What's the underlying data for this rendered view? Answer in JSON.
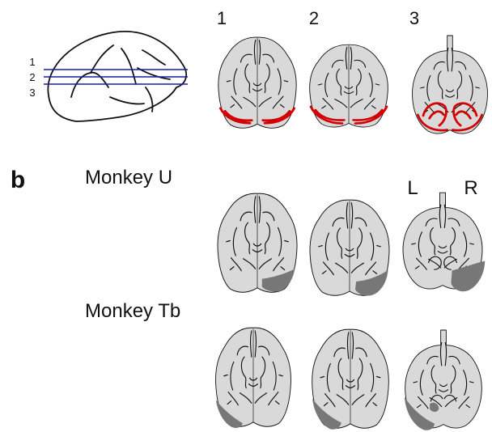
{
  "panel_b_label": "b",
  "section_numbers": [
    "1",
    "2",
    "3"
  ],
  "plane_numbers": [
    "1",
    "2",
    "3"
  ],
  "monkeys": [
    {
      "name": "Monkey U"
    },
    {
      "name": "Monkey Tb"
    }
  ],
  "hemisphere_labels": {
    "left": "L",
    "right": "R"
  },
  "colors": {
    "plane_line": "#1a1aa6",
    "template_region": "#d40000",
    "lesion": "#777777",
    "brain_fill": "#d9d9d9",
    "outline": "#111111"
  }
}
